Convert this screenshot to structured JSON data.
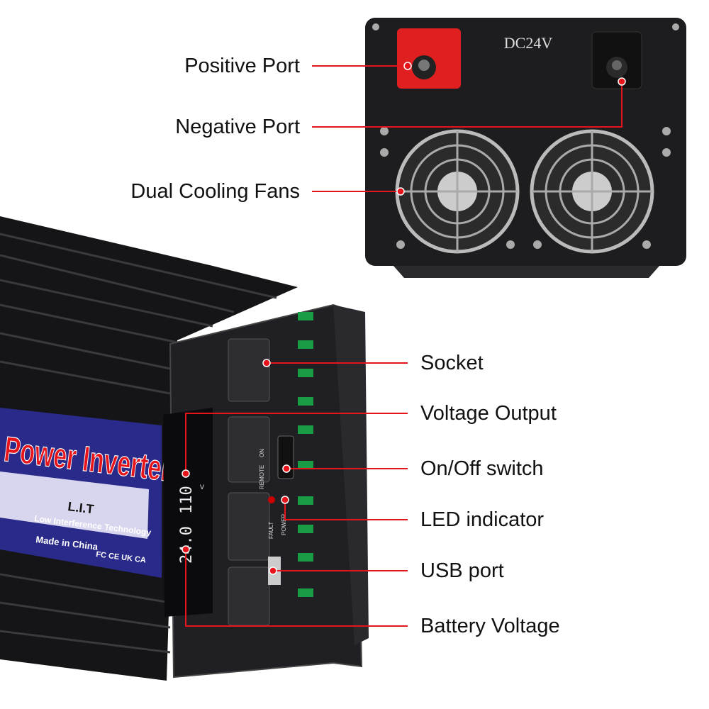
{
  "colors": {
    "accent": "#e8141b",
    "body": "#1c1c1e",
    "label_blue": "#2a2a8a"
  },
  "top_unit": {
    "marking": "DC24V"
  },
  "product_label": {
    "title": "Power Inverter",
    "brand": "L.I.T",
    "tagline": "Low Interference Technology",
    "origin": "Made in China",
    "certs": "FC CE UK CA"
  },
  "display": {
    "output_reading": "110",
    "input_reading": "24.0",
    "unit": "V"
  },
  "panel_marks": {
    "switch": "ON",
    "remote": "REMOTE",
    "fault": "FAULT",
    "power": "POWER"
  },
  "callouts": [
    {
      "id": "positive-port",
      "label": "Positive Port"
    },
    {
      "id": "negative-port",
      "label": "Negative Port"
    },
    {
      "id": "dual-cooling-fans",
      "label": "Dual Cooling Fans"
    },
    {
      "id": "socket",
      "label": "Socket"
    },
    {
      "id": "voltage-output",
      "label": "Voltage Output"
    },
    {
      "id": "on-off-switch",
      "label": "On/Off switch"
    },
    {
      "id": "led-indicator",
      "label": "LED indicator"
    },
    {
      "id": "usb-port",
      "label": "USB port"
    },
    {
      "id": "battery-voltage",
      "label": "Battery Voltage"
    }
  ]
}
